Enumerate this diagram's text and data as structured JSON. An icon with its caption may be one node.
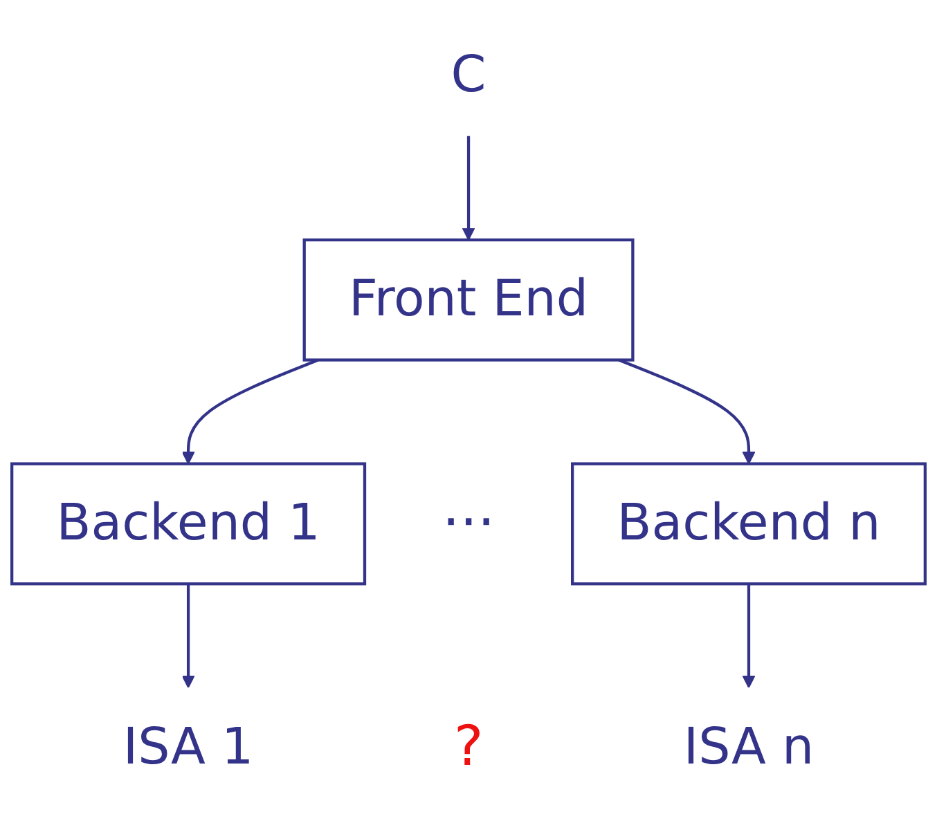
{
  "diagram": {
    "nodes": [
      {
        "text": [
          "C"
        ]
      },
      {
        "text": [
          "Front End"
        ]
      },
      {
        "text": [
          "Backend 1"
        ]
      },
      {
        "text": [
          "Backend n"
        ]
      },
      {
        "text": [
          "ISA 1"
        ]
      },
      {
        "text": [
          "ISA n"
        ]
      }
    ],
    "edges": [
      {
        "from": 0,
        "to": 1,
        "arrow": "to"
      },
      {
        "from": 1,
        "to": 2,
        "arrow": "to"
      },
      {
        "from": 1,
        "to": 3,
        "arrow": "to"
      },
      {
        "from": 2,
        "to": 4,
        "arrow": "to"
      },
      {
        "from": 3,
        "to": 5,
        "arrow": "to"
      }
    ],
    "labels": [
      "···",
      "?"
    ]
  }
}
